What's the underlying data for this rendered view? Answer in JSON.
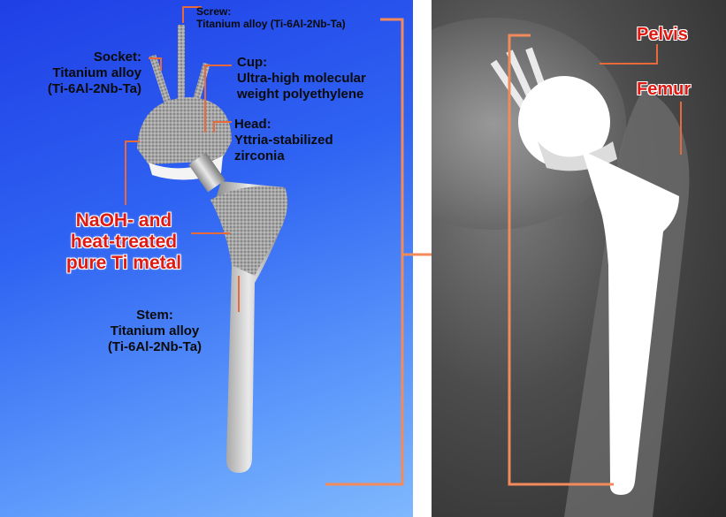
{
  "labels": {
    "screw": {
      "title": "Screw:",
      "line1": "Titanium alloy (Ti-6Al-2Nb-Ta)"
    },
    "socket": {
      "title": "Socket:",
      "line1": "Titanium alloy",
      "line2": "(Ti-6Al-2Nb-Ta)"
    },
    "cup": {
      "title": "Cup:",
      "line1": "Ultra-high molecular",
      "line2": "weight polyethylene"
    },
    "head": {
      "title": "Head:",
      "line1": "Yttria-stabilized",
      "line2": "zirconia"
    },
    "coating": {
      "line1": "NaOH- and",
      "line2": "heat-treated",
      "line3": "pure Ti metal"
    },
    "stem": {
      "title": "Stem:",
      "line1": "Titanium alloy",
      "line2": "(Ti-6Al-2Nb-Ta)"
    }
  },
  "xray": {
    "pelvis": "Pelvis",
    "femur": "Femur"
  },
  "colors": {
    "accent": "#f28a5c",
    "label_red": "#e01a12",
    "background_blue": "#2f63f2"
  }
}
